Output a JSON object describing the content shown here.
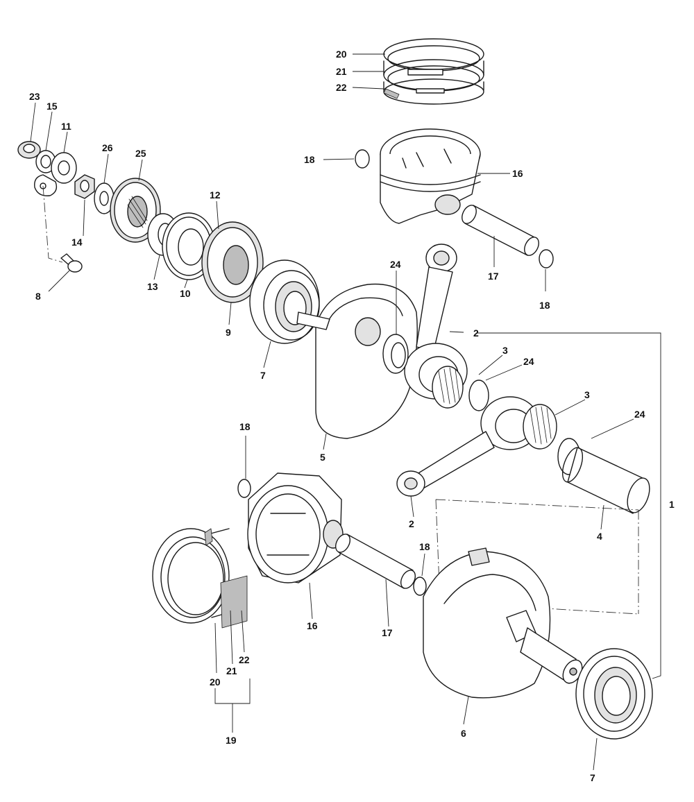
{
  "labels": {
    "l20a": "20",
    "l21a": "21",
    "l22a": "22",
    "l18a": "18",
    "l16a": "16",
    "l17a": "17",
    "l18b": "18",
    "l23": "23",
    "l15": "15",
    "l11": "11",
    "l26": "26",
    "l25": "25",
    "l12": "12",
    "l14": "14",
    "l13": "13",
    "l10": "10",
    "l9": "9",
    "l8": "8",
    "l7a": "7",
    "l24a": "24",
    "l2a": "2",
    "l3a": "3",
    "l24b": "24",
    "l3b": "3",
    "l24c": "24",
    "l5": "5",
    "l2b": "2",
    "l4": "4",
    "l1": "1",
    "l18c": "18",
    "l18d": "18",
    "l16b": "16",
    "l17b": "17",
    "l20b": "20",
    "l21b": "21",
    "l22b": "22",
    "l19": "19",
    "l6": "6",
    "l7b": "7"
  }
}
